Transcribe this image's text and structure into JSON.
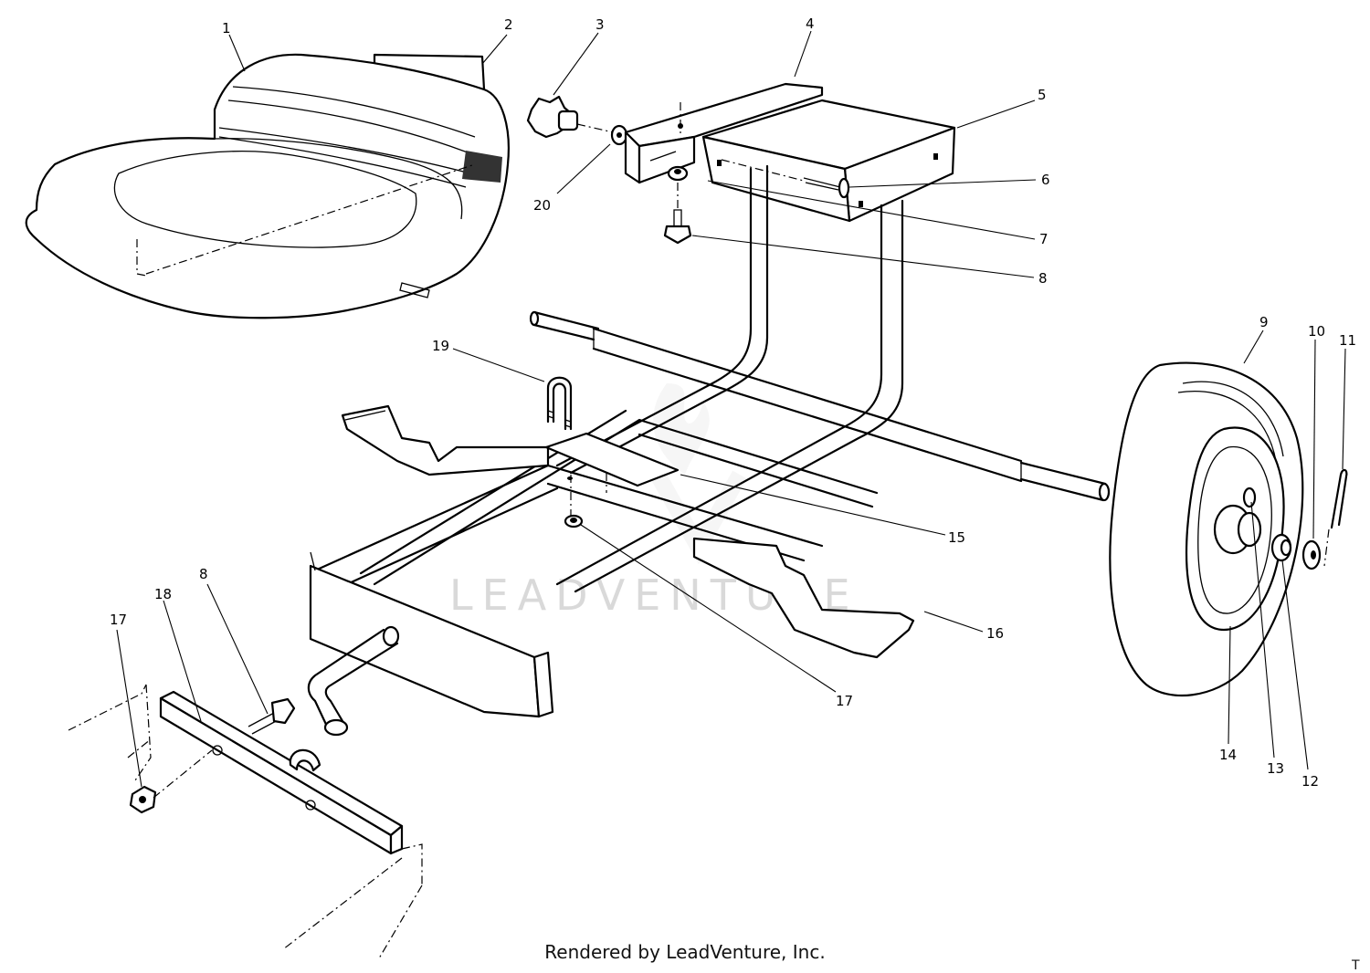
{
  "watermark": "LEADVENTURE",
  "footer": "Rendered by LeadVenture, Inc.",
  "corner_mark": "T",
  "callouts": [
    "1",
    "2",
    "3",
    "4",
    "5",
    "6",
    "7",
    "8",
    "8",
    "9",
    "10",
    "11",
    "12",
    "13",
    "14",
    "15",
    "16",
    "17",
    "17",
    "18",
    "19",
    "20"
  ]
}
